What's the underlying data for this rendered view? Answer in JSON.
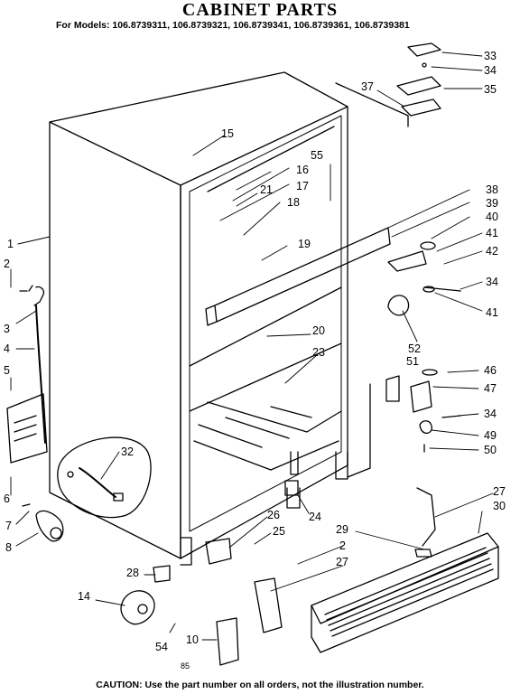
{
  "title": "CABINET PARTS",
  "models": "For Models: 106.8739311, 106.8739321, 106.8739341, 106.8739361, 106.8739381",
  "caution": "CAUTION: Use the part number on all orders, not the illustration number.",
  "footer_code": "85",
  "callouts": [
    "33",
    "34",
    "35",
    "37",
    "15",
    "16",
    "55",
    "17",
    "21",
    "18",
    "38",
    "39",
    "40",
    "41",
    "42",
    "34",
    "41",
    "19",
    "20",
    "23",
    "1",
    "2",
    "3",
    "4",
    "5",
    "6",
    "7",
    "8",
    "32",
    "52",
    "51",
    "46",
    "47",
    "34",
    "49",
    "50",
    "24",
    "29",
    "27",
    "30",
    "26",
    "25",
    "2",
    "27",
    "28",
    "14",
    "54",
    "10"
  ]
}
